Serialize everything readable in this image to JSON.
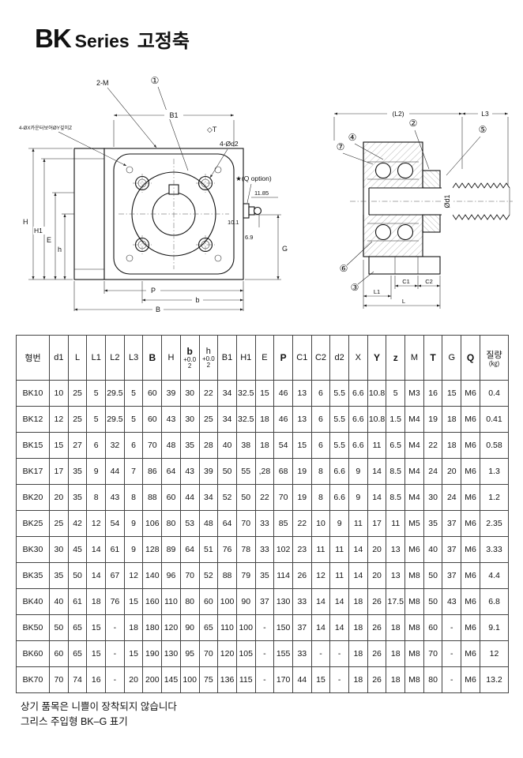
{
  "page": {
    "title_bk": "BK",
    "title_series": "Series",
    "title_kor": "고정축"
  },
  "front_view": {
    "note_counterbore": "4-ØX카운터보어ØY깊이Z",
    "label_2m": "2-M",
    "callout_1": "①",
    "dim_b1": "B1",
    "datum_t": "◇T",
    "label_4d2": "4-Ød2",
    "label_q_option": "★(Q option)",
    "dim_1185": "11.85",
    "dim_101": "10.1",
    "dim_69": "6.9",
    "dim_g": "G",
    "dim_h": "H",
    "dim_h1": "H1",
    "dim_e": "E",
    "dim_hs": "h",
    "dim_p": "P",
    "dim_b": "b",
    "dim_bcap": "B"
  },
  "side_view": {
    "dim_l2": "(L2)",
    "dim_l3": "L3",
    "callout_2": "②",
    "callout_3": "③",
    "callout_4": "④",
    "callout_5": "⑤",
    "callout_6": "⑥",
    "callout_7": "⑦",
    "dim_d1": "Ød1",
    "dim_c1": "C1",
    "dim_c2": "C2",
    "dim_l1": "L1",
    "dim_l": "L"
  },
  "table": {
    "headers": [
      {
        "label": "형번"
      },
      {
        "label": "d1"
      },
      {
        "label": "L"
      },
      {
        "label": "L1"
      },
      {
        "label": "L2"
      },
      {
        "label": "L3"
      },
      {
        "label": "B",
        "bold": true
      },
      {
        "label": "H"
      },
      {
        "label": "b",
        "bold": true,
        "sub": [
          "+0.0",
          "2"
        ]
      },
      {
        "label": "h",
        "sub": [
          "+0.0",
          "2"
        ]
      },
      {
        "label": "B1"
      },
      {
        "label": "H1"
      },
      {
        "label": "E"
      },
      {
        "label": "P",
        "bold": true
      },
      {
        "label": "C1"
      },
      {
        "label": "C2"
      },
      {
        "label": "d2"
      },
      {
        "label": "X"
      },
      {
        "label": "Y",
        "bold": true
      },
      {
        "label": "z",
        "bold": true
      },
      {
        "label": "M"
      },
      {
        "label": "T",
        "bold": true
      },
      {
        "label": "G"
      },
      {
        "label": "Q",
        "bold": true
      },
      {
        "label": "질량",
        "sub": [
          "(㎏)"
        ]
      }
    ],
    "rows": [
      [
        "BK10",
        "10",
        "25",
        "5",
        "29.5",
        "5",
        "60",
        "39",
        "30",
        "22",
        "34",
        "32.5",
        "15",
        "46",
        "13",
        "6",
        "5.5",
        "6.6",
        "10.8",
        "5",
        "M3",
        "16",
        "15",
        "M6",
        "0.4"
      ],
      [
        "BK12",
        "12",
        "25",
        "5",
        "29.5",
        "5",
        "60",
        "43",
        "30",
        "25",
        "34",
        "32.5",
        "18",
        "46",
        "13",
        "6",
        "5.5",
        "6.6",
        "10.8",
        "1.5",
        "M4",
        "19",
        "18",
        "M6",
        "0.41"
      ],
      [
        "BK15",
        "15",
        "27",
        "6",
        "32",
        "6",
        "70",
        "48",
        "35",
        "28",
        "40",
        "38",
        "18",
        "54",
        "15",
        "6",
        "5.5",
        "6.6",
        "11",
        "6.5",
        "M4",
        "22",
        "18",
        "M6",
        "0.58"
      ],
      [
        "BK17",
        "17",
        "35",
        "9",
        "44",
        "7",
        "86",
        "64",
        "43",
        "39",
        "50",
        "55",
        ",28",
        "68",
        "19",
        "8",
        "6.6",
        "9",
        "14",
        "8.5",
        "M4",
        "24",
        "20",
        "M6",
        "1.3"
      ],
      [
        "BK20",
        "20",
        "35",
        "8",
        "43",
        "8",
        "88",
        "60",
        "44",
        "34",
        "52",
        "50",
        "22",
        "70",
        "19",
        "8",
        "6.6",
        "9",
        "14",
        "8.5",
        "M4",
        "30",
        "24",
        "M6",
        "1.2"
      ],
      [
        "BK25",
        "25",
        "42",
        "12",
        "54",
        "9",
        "106",
        "80",
        "53",
        "48",
        "64",
        "70",
        "33",
        "85",
        "22",
        "10",
        "9",
        "11",
        "17",
        "11",
        "M5",
        "35",
        "37",
        "M6",
        "2.35"
      ],
      [
        "BK30",
        "30",
        "45",
        "14",
        "61",
        "9",
        "128",
        "89",
        "64",
        "51",
        "76",
        "78",
        "33",
        "102",
        "23",
        "11",
        "11",
        "14",
        "20",
        "13",
        "M6",
        "40",
        "37",
        "M6",
        "3.33"
      ],
      [
        "BK35",
        "35",
        "50",
        "14",
        "67",
        "12",
        "140",
        "96",
        "70",
        "52",
        "88",
        "79",
        "35",
        "114",
        "26",
        "12",
        "11",
        "14",
        "20",
        "13",
        "M8",
        "50",
        "37",
        "M6",
        "4.4"
      ],
      [
        "BK40",
        "40",
        "61",
        "18",
        "76",
        "15",
        "160",
        "110",
        "80",
        "60",
        "100",
        "90",
        "37",
        "130",
        "33",
        "14",
        "14",
        "18",
        "26",
        "17.5",
        "M8",
        "50",
        "43",
        "M6",
        "6.8"
      ],
      [
        "BK50",
        "50",
        "65",
        "15",
        "-",
        "18",
        "180",
        "120",
        "90",
        "65",
        "110",
        "100",
        "-",
        "150",
        "37",
        "14",
        "14",
        "18",
        "26",
        "18",
        "M8",
        "60",
        "-",
        "M6",
        "9.1"
      ],
      [
        "BK60",
        "60",
        "65",
        "15",
        "-",
        "15",
        "190",
        "130",
        "95",
        "70",
        "120",
        "105",
        "-",
        "155",
        "33",
        "-",
        "-",
        "18",
        "26",
        "18",
        "M8",
        "70",
        "-",
        "M6",
        "12"
      ],
      [
        "BK70",
        "70",
        "74",
        "16",
        "-",
        "20",
        "200",
        "145",
        "100",
        "75",
        "136",
        "115",
        "-",
        "170",
        "44",
        "15",
        "-",
        "18",
        "26",
        "18",
        "M8",
        "80",
        "-",
        "M6",
        "13.2"
      ]
    ]
  },
  "footer": {
    "line1": "상기 품목은 니쁠이 장착되지 않습니다",
    "line2": "그리스 주입형 BK–G 표기"
  }
}
